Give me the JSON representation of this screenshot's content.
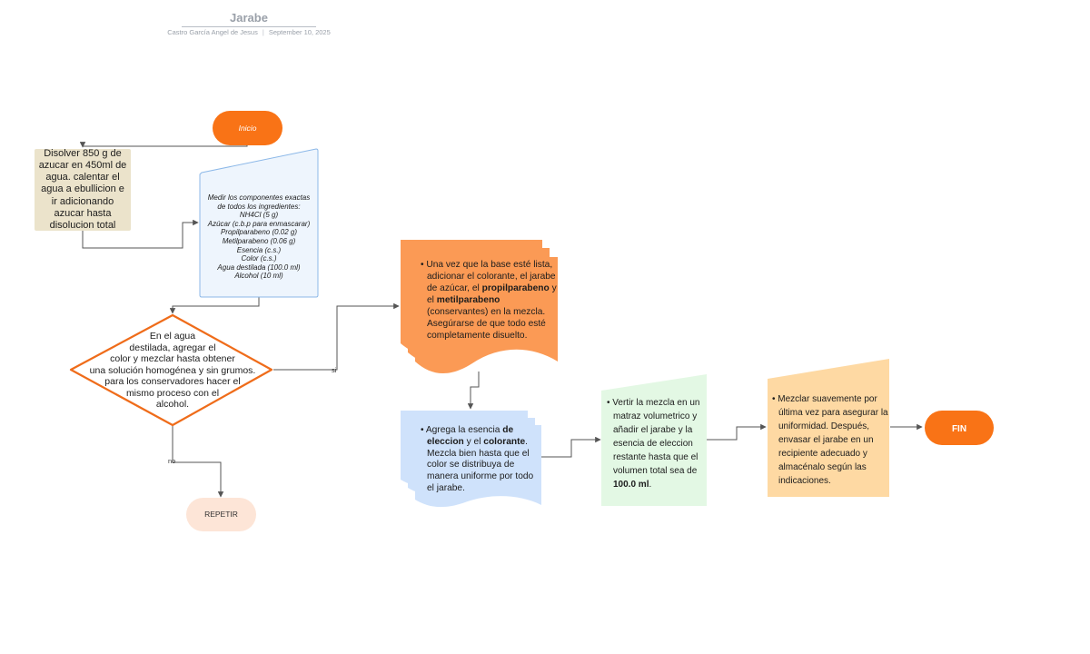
{
  "header": {
    "title": "Jarabe",
    "author": "Castro García Angel de Jesus",
    "date": "September 10, 2025"
  },
  "colors": {
    "orange": "#f97316",
    "orange_light": "#fb9a55",
    "beige": "#ebe3cb",
    "blue_pale": "#eef5fd",
    "blue_border": "#8cb8e8",
    "blue_doc": "#cfe2fb",
    "green_pale": "#e3f8e4",
    "peach": "#fed9a3",
    "repeat_bg": "#fde5d7",
    "arrow": "#555555",
    "diamond_border": "#ef6c1a"
  },
  "nodes": {
    "inicio": "Inicio",
    "disolver": "Disolver 850 g de azucar en 450ml de agua. calentar el agua a ebullicion e ir adicionando azucar hasta disolucion total",
    "medir": {
      "lines": [
        "Medir los componentes exactas",
        "de todos los ingredientes:",
        "NH4Cl (5 g)",
        "Azúcar (c.b.p para enmascarar)",
        "Propilparabeno (0.02 g)",
        "Metilparabeno (0.06 g)",
        "Esencia (c.s.)",
        "Color (c.s.)",
        "Agua destilada (100.0 ml)",
        "Alcohol (10 ml)"
      ]
    },
    "decision": {
      "lines": [
        "En el agua",
        "destilada, agregar el",
        "color  y mezclar hasta obtener",
        "una solución homogénea y sin grumos.",
        "para los conservadores hacer el",
        "mismo proceso con el",
        "alcohol."
      ]
    },
    "repetir": "REPETIR",
    "edge_si": "si",
    "edge_no": "no",
    "colorante": {
      "p1": "Una vez que la base esté lista, adicionar el colorante, el jarabe de azúcar, el ",
      "b1": "propilparabeno",
      "p2": " y el ",
      "b2": "metilparabeno",
      "p3": " (conservantes) en la mezcla. Asegúrarse de que todo esté completamente disuelto."
    },
    "esencia": {
      "p1": "Agrega la esencia ",
      "b1": "de eleccion",
      "p2": " y el ",
      "b2": "colorante",
      "p3": ". Mezcla bien hasta que el color se distribuya de manera uniforme por todo el jarabe."
    },
    "verter": {
      "p1": "Vertir la mezcla en un matraz volumetrico y añadir el jarabe y la esencia de eleccion restante hasta que el volumen total sea de ",
      "b1": "100.0 ml",
      "p2": "."
    },
    "mezclar": "Mezclar suavemente por última vez para asegurar la uniformidad. Después, envasar el jarabe en un recipiente adecuado y almacénalo según las indicaciones.",
    "fin": "FIN"
  }
}
